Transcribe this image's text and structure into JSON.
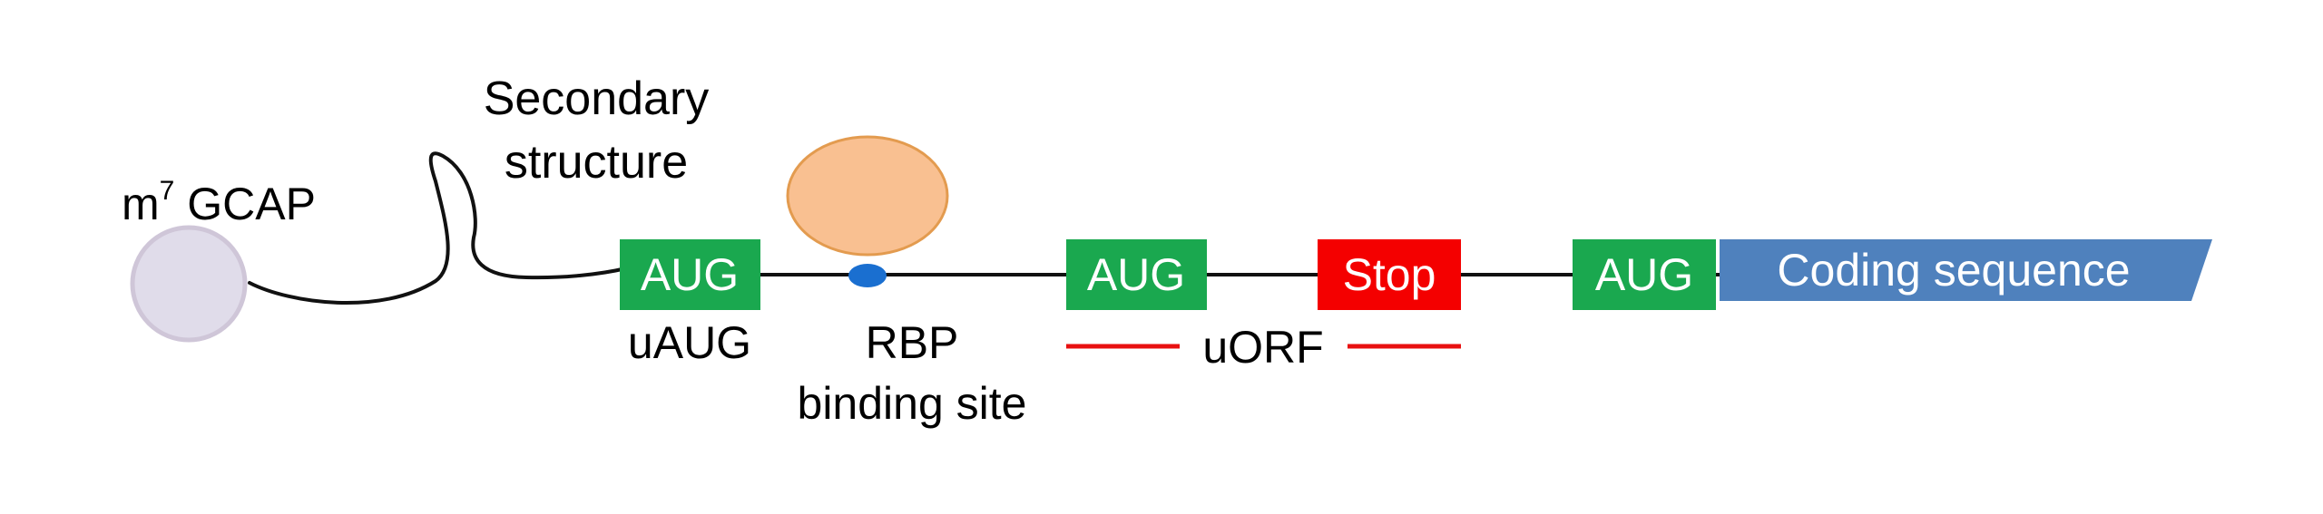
{
  "cap": {
    "label_main": "m",
    "label_sup": "7",
    "label_rest": " GCAP"
  },
  "secondary_structure": {
    "line1": "Secondary",
    "line2": "structure"
  },
  "uaug": {
    "box_text": "AUG",
    "caption": "uAUG"
  },
  "rbp": {
    "line1": "RBP",
    "line2": "binding site"
  },
  "uorf": {
    "start_text": "AUG",
    "stop_text": "Stop",
    "caption": "uORF"
  },
  "main_orf": {
    "start_text": "AUG",
    "coding_text": "Coding sequence"
  },
  "colors": {
    "green": "#1aa84f",
    "red": "#f40000",
    "blue": "#4f81bd",
    "cap_fill": "#e0dcea",
    "cap_stroke": "#cfc6d8",
    "rbp_fill": "#f9c091",
    "rbp_stroke": "#e39b4f",
    "site_fill": "#1a6fd0",
    "line": "#111111",
    "uorf_line": "#e81010"
  }
}
